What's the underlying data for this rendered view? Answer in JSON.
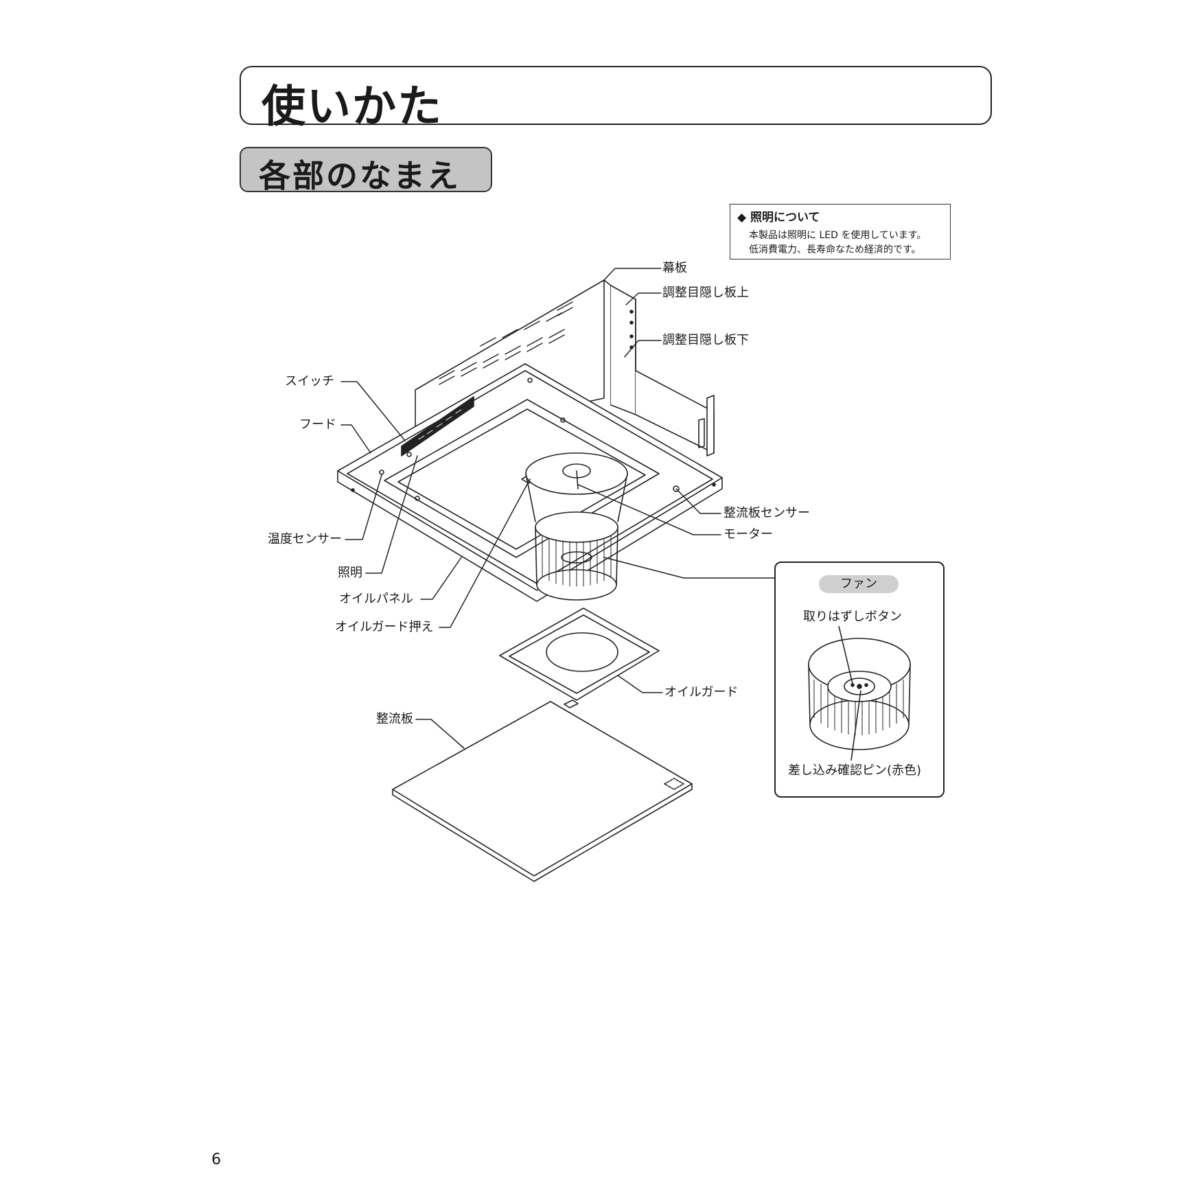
{
  "page": {
    "title": "使いかた",
    "section": "各部のなまえ",
    "page_number": "6"
  },
  "note": {
    "title": "◆ 照明について",
    "line1": "本製品は照明に LED を使用しています。",
    "line2": "低消費電力、長寿命なため経済的です。"
  },
  "labels": {
    "makuita": "幕板",
    "adj_top": "調整目隠し板上",
    "adj_bottom": "調整目隠し板下",
    "switch": "スイッチ",
    "hood": "フード",
    "rectifier_sensor": "整流板センサー",
    "motor": "モーター",
    "temp_sensor": "温度センサー",
    "light": "照明",
    "oil_panel": "オイルパネル",
    "oil_guard_holder": "オイルガード押え",
    "oil_guard": "オイルガード",
    "rectifier_plate": "整流板"
  },
  "fan_detail": {
    "title": "ファン",
    "release_button": "取りはずしボタン",
    "insert_pin": "差し込み確認ピン(赤色)"
  }
}
